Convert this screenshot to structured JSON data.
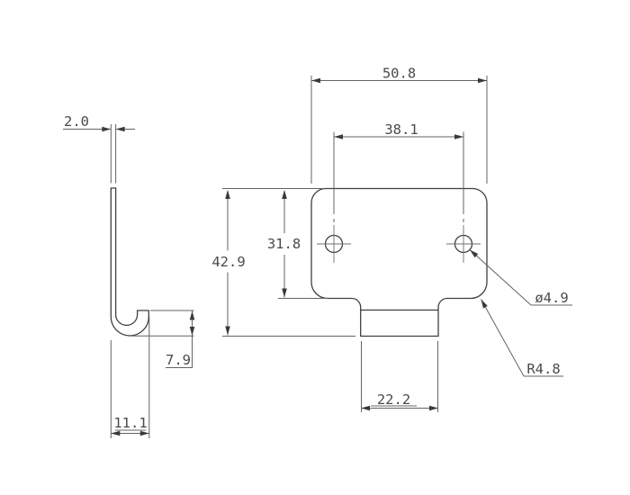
{
  "drawing": {
    "description": "Two-view dimensioned engineering drawing of a sheet-metal J-hook bracket",
    "background": "#ffffff",
    "object_line_color": "#3f3f3f",
    "dimension_line_color": "#636363",
    "side_view": {
      "labels": {
        "thickness": "2.0",
        "hook_height": "7.9",
        "hook_depth": "11.1"
      }
    },
    "front_view": {
      "labels": {
        "overall_width": "50.8",
        "hole_spacing": "38.1",
        "overall_height": "42.9",
        "body_height": "31.8",
        "tab_width": "22.2",
        "hole_diameter": "ø4.9",
        "corner_radius": "R4.8"
      }
    }
  }
}
